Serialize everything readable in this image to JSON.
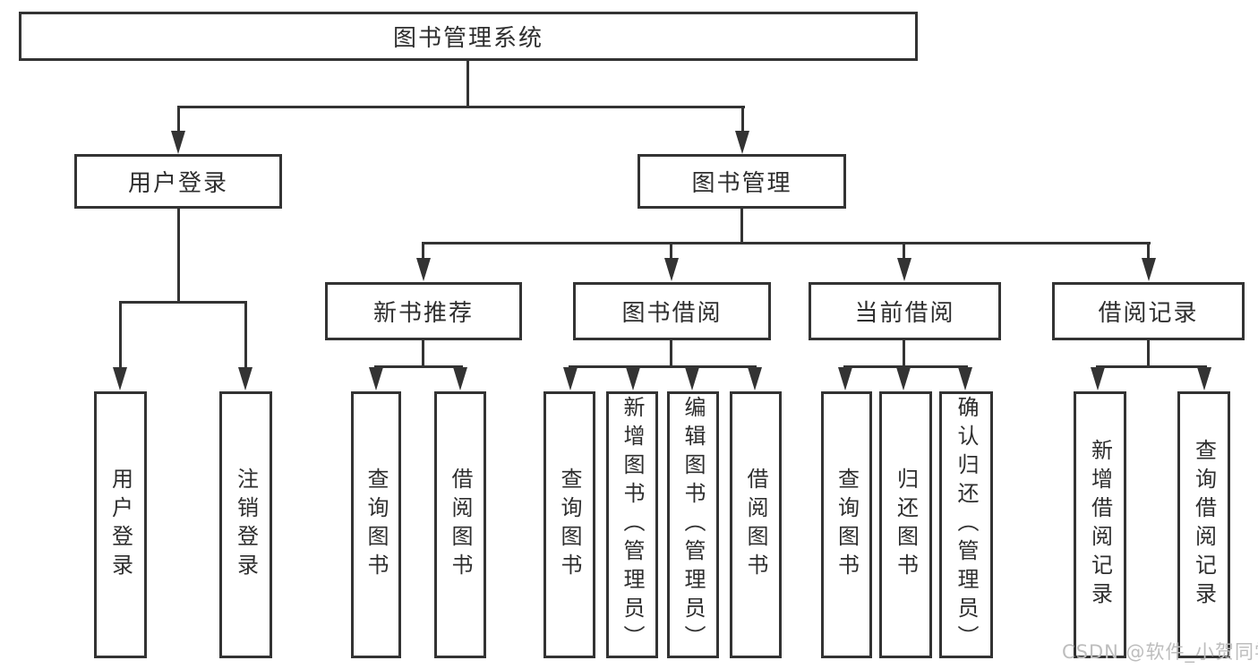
{
  "diagram": {
    "root": {
      "label": "图书管理系统",
      "children": [
        {
          "label": "用户登录",
          "children": [
            {
              "label": "用户登录"
            },
            {
              "label": "注销登录"
            }
          ]
        },
        {
          "label": "图书管理",
          "children": [
            {
              "label": "新书推荐",
              "children": [
                {
                  "label": "查询图书"
                },
                {
                  "label": "借阅图书"
                }
              ]
            },
            {
              "label": "图书借阅",
              "children": [
                {
                  "label": "查询图书"
                },
                {
                  "label": "新增图书（管理员）"
                },
                {
                  "label": "编辑图书（管理员）"
                },
                {
                  "label": "借阅图书"
                }
              ]
            },
            {
              "label": "当前借阅",
              "children": [
                {
                  "label": "查询图书"
                },
                {
                  "label": "归还图书"
                },
                {
                  "label": "确认归还（管理员）"
                }
              ]
            },
            {
              "label": "借阅记录",
              "children": [
                {
                  "label": "新增借阅记录"
                },
                {
                  "label": "查询借阅记录"
                }
              ]
            }
          ]
        }
      ]
    }
  },
  "watermark": {
    "text": "CSDN @软件_小贺同学"
  },
  "colors": {
    "line": "#333333",
    "text": "#2e2e2e",
    "watermark": "#bdbdbd",
    "bg": "#ffffff"
  }
}
